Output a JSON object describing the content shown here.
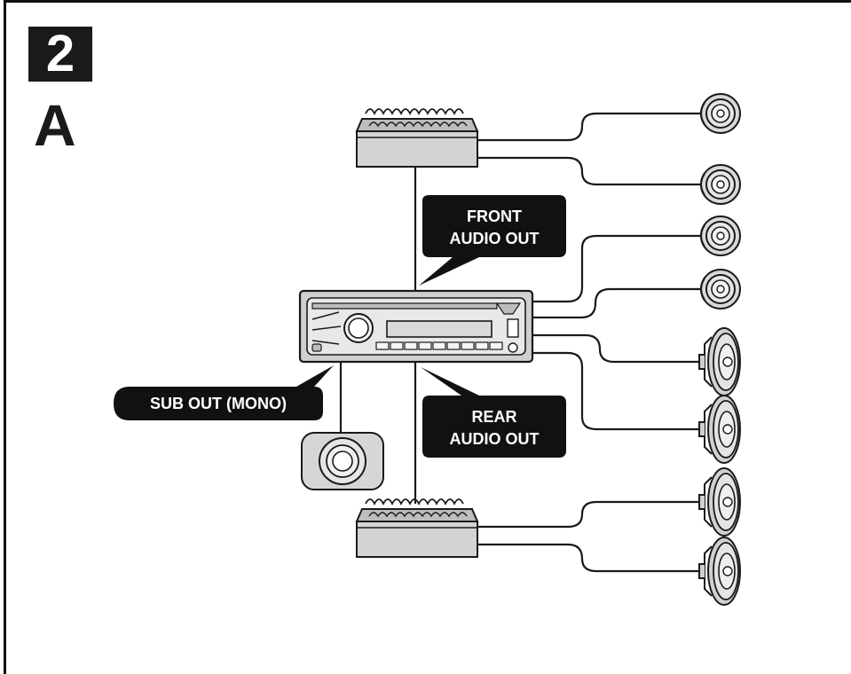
{
  "step_number": "2",
  "section_letter": "A",
  "callouts": {
    "front_line1": "FRONT",
    "front_line2": "AUDIO OUT",
    "rear_line1": "REAR",
    "rear_line2": "AUDIO OUT",
    "sub": "SUB OUT (MONO)"
  },
  "colors": {
    "ink": "#1a1a1a",
    "panel_gray": "#cfcfcf",
    "callout_bg": "#111111"
  },
  "icons": [
    "amplifier",
    "car-stereo-head-unit",
    "tweeter-speaker",
    "oval-speaker",
    "subwoofer"
  ]
}
